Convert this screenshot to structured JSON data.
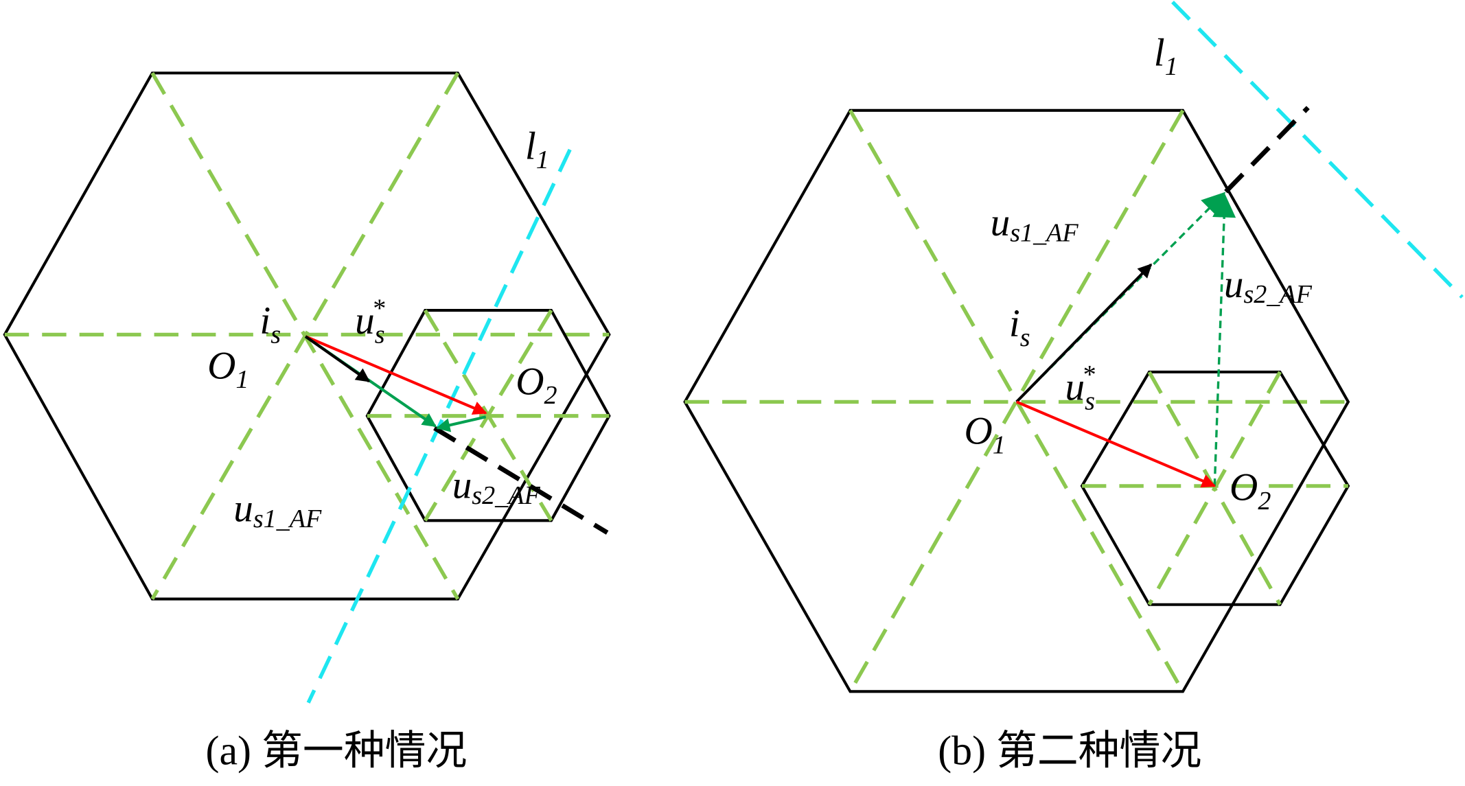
{
  "panel_a": {
    "caption": "(a) 第一种情况",
    "labels": {
      "is": "i",
      "is_sub": "s",
      "us": "u",
      "us_sub": "s",
      "star": "*",
      "o1": "O",
      "o1_sub": "1",
      "o2": "O",
      "o2_sub": "2",
      "us1": "u",
      "us1_sub": "s1_AF",
      "us2": "u",
      "us2_sub": "s2_AF",
      "l1": "l",
      "l1_sub": "1"
    }
  },
  "panel_b": {
    "caption": "(b) 第二种情况",
    "labels": {
      "is": "i",
      "is_sub": "s",
      "us": "u",
      "us_sub": "s",
      "star": "*",
      "o1": "O",
      "o1_sub": "1",
      "o2": "O",
      "o2_sub": "2",
      "us1": "u",
      "us1_sub": "s1_AF",
      "us2": "u",
      "us2_sub": "s2_AF",
      "l1": "l",
      "l1_sub": "1"
    }
  },
  "colors": {
    "hexagon": "#000000",
    "sector": "#8cc850",
    "line_l1": "#1ee6f0",
    "us_vector": "#ff0000",
    "af_vector": "#00a050",
    "is_vector": "#000000"
  }
}
